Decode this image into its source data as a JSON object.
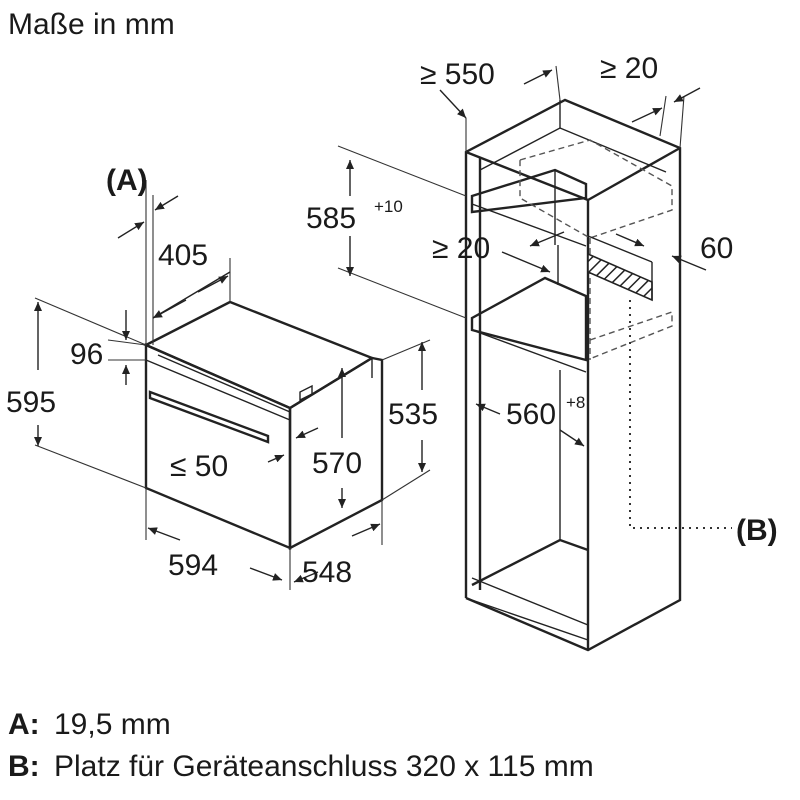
{
  "header": {
    "title": "Maße in mm"
  },
  "oven": {
    "label_A": "(A)",
    "dim_405": "405",
    "dim_96": "96",
    "dim_595": "595",
    "dim_le50": "≤ 50",
    "dim_570": "570",
    "dim_535": "535",
    "dim_594": "594",
    "dim_548": "548"
  },
  "cabinet": {
    "dim_ge550": "≥ 550",
    "dim_ge20_top": "≥ 20",
    "dim_585": "585",
    "dim_585_tol": "+10",
    "dim_ge20_mid": "≥ 20",
    "dim_60": "60",
    "dim_560": "560",
    "dim_560_tol": "+8",
    "label_B": "(B)"
  },
  "legend": {
    "a_key": "A:",
    "a_text": "19,5 mm",
    "b_key": "B:",
    "b_text": "Platz für Geräteanschluss 320 x 115 mm"
  }
}
